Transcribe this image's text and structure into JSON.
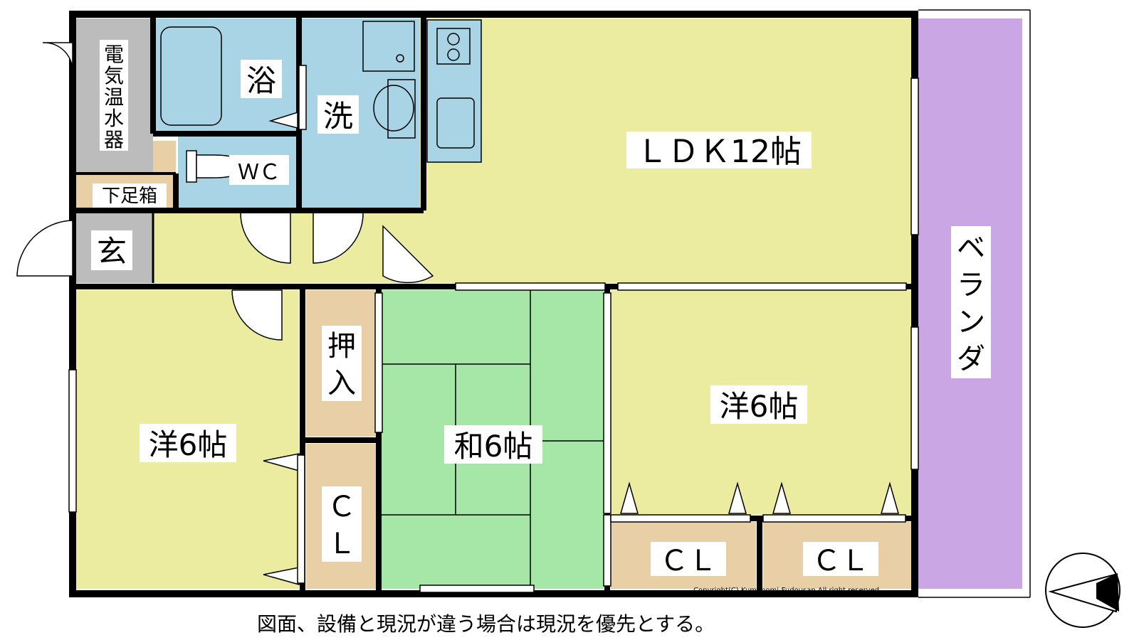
{
  "rooms": {
    "ldk": "ＬＤＫ12帖",
    "bath": "浴",
    "wash": "洗",
    "wc": "ＷＣ",
    "water_heater": [
      "電",
      "気",
      "温",
      "水",
      "器"
    ],
    "shoe_box": "下足箱",
    "entrance": "玄",
    "veranda": [
      "ベ",
      "ラ",
      "ン",
      "ダ"
    ],
    "west_left": "洋6帖",
    "west_right": "洋6帖",
    "japanese": "和6帖",
    "oshiire": [
      "押",
      "入"
    ],
    "closet_left": [
      "Ｃ",
      "Ｌ"
    ],
    "closet_right_a": "ＣＬ",
    "closet_right_b": "ＣＬ"
  },
  "copyright": "Copyright(C) Kumanomi-Fudousan All right reserved.",
  "footer_note": "図面、設備と現況が違う場合は現況を優先とする。",
  "colors": {
    "ldk": "#ececa0",
    "water": "#a8d4e6",
    "japanese": "#a6e6a6",
    "storage": "#e8cfa6",
    "utility": "#bcbcbc",
    "veranda": "#caa6e4",
    "wall": "#000000"
  }
}
